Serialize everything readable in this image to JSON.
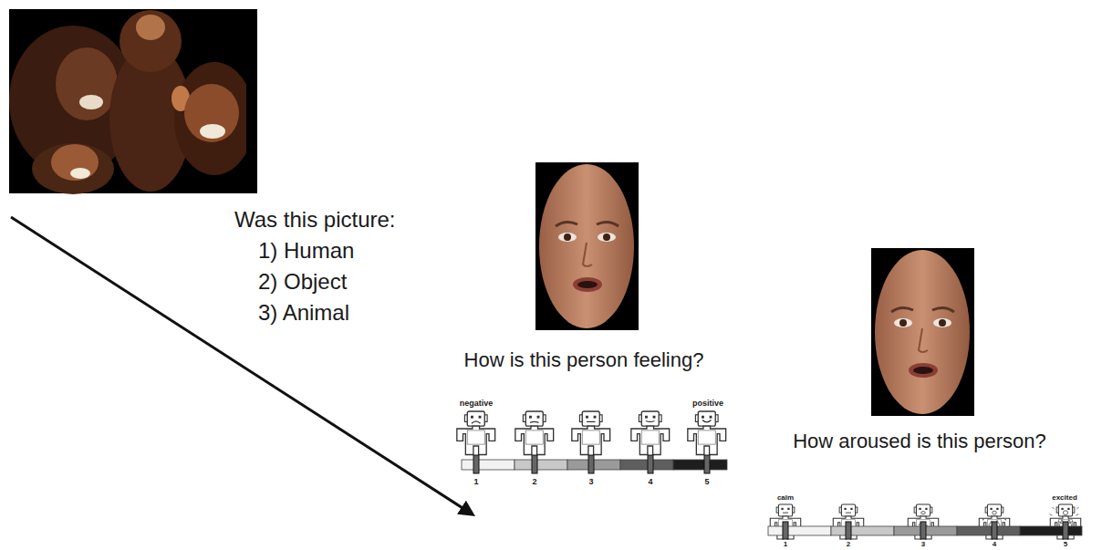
{
  "diagram": {
    "labels": [
      "Was this picture:",
      "1) Human",
      "2) Object",
      "3) Animal",
      "How is this person feeling?",
      "negative",
      "positive",
      "1",
      "2",
      "3",
      "4",
      "5",
      "How aroused is this person?",
      "calm",
      "excited",
      "1",
      "2",
      "3",
      "4",
      "5"
    ]
  }
}
